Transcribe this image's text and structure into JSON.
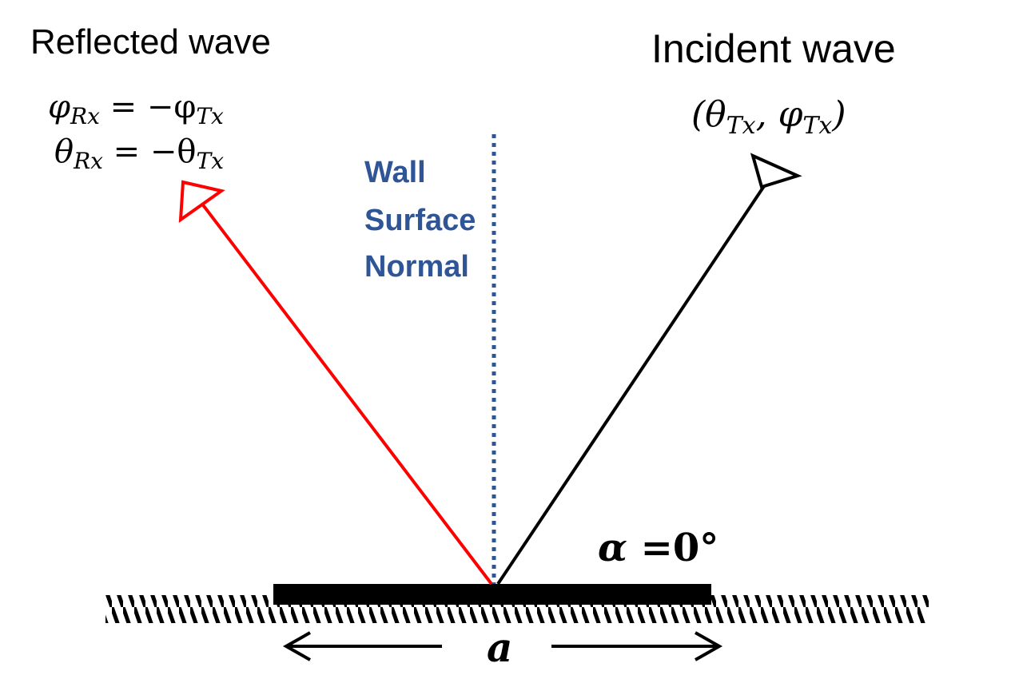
{
  "reflected": {
    "title": "Reflected wave",
    "eq1": {
      "lhs": "φ",
      "lhs_sub": "Rx",
      "rel": " = −φ",
      "rhs_sub": "Tx"
    },
    "eq2": {
      "lhs": "θ",
      "lhs_sub": "Rx",
      "rel": " = −θ",
      "rhs_sub": "Tx"
    }
  },
  "incident": {
    "title": "Incident wave",
    "coords": {
      "open": "(θ",
      "sub1": "Tx",
      "mid": ", φ",
      "sub2": "Tx",
      "close": ")"
    }
  },
  "normal_label": [
    "Wall",
    "Surface",
    "Normal"
  ],
  "angle_label": {
    "symbol": "α",
    "value": " =0°"
  },
  "width_label": "a",
  "colors": {
    "reflected_ray": "#ff0000",
    "incident_ray": "#000000",
    "normal_line": "#2f5597",
    "normal_text": "#2f5597",
    "surface": "#000000"
  }
}
